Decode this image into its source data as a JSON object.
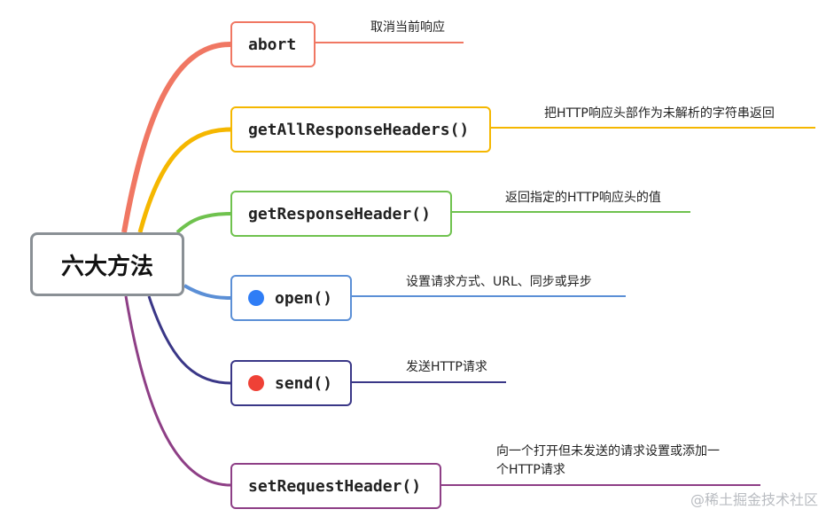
{
  "root": {
    "label": "六大方法",
    "border_color": "#8a9095"
  },
  "methods": [
    {
      "label": "abort",
      "description": "取消当前响应",
      "color": "#f07763"
    },
    {
      "label": "getAllResponseHeaders()",
      "description": "把HTTP响应头部作为未解析的字符串返回",
      "color": "#f5b700"
    },
    {
      "label": "getResponseHeader()",
      "description": "返回指定的HTTP响应头的值",
      "color": "#6fc24e"
    },
    {
      "label": "open()",
      "description": "设置请求方式、URL、同步或异步",
      "color": "#5b8fd6",
      "dot_color": "#2f7df6",
      "dot": "blue-circle"
    },
    {
      "label": "send()",
      "description": "发送HTTP请求",
      "color": "#3a3787",
      "dot_color": "#ef4136",
      "dot": "red-circle"
    },
    {
      "label": "setRequestHeader()",
      "description_line1": "向一个打开但未发送的请求设置或添加一",
      "description_line2": "个HTTP请求",
      "color": "#8e3f86"
    }
  ],
  "watermark": "@稀土掘金技术社区"
}
